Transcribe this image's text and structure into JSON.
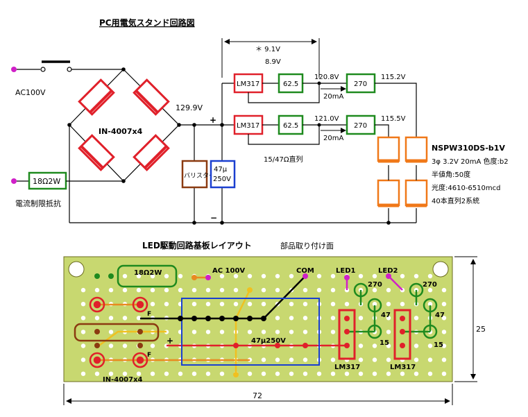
{
  "schematic": {
    "title": "PC用電気スタンド回路図",
    "ac_label": "AC100V",
    "limit_resistor_value": "18Ω2W",
    "limit_resistor_label": "電流制限抵抗",
    "bridge_label": "IN-4007x4",
    "rect_voltage": "129.9V",
    "plus_sign": "+",
    "minus_sign": "−",
    "varistor_label": "バリスター",
    "cap_value": "47μ",
    "cap_voltage": "250V",
    "note_star": "＊ 9.1V",
    "note_voltage2": "8.9V",
    "regulator_label": "LM317",
    "res_a": "62.5",
    "res_b": "270",
    "v_upper_mid": "120.8V",
    "v_upper_out": "115.2V",
    "v_lower_mid": "121.0V",
    "v_lower_out": "115.5V",
    "current_upper": "20mA",
    "current_lower": "20mA",
    "series_note": "15/47Ω直列",
    "led_model": "NSPW310DS-b1V",
    "led_spec": "3φ 3.2V 20mA 色度:b2",
    "led_angle": "半値角:50度",
    "led_luminous": "光度:4610-6510mcd",
    "led_config": "40本直列2系統"
  },
  "layout_board": {
    "title": "LED駆動回路基板レイアウト",
    "side_label": "部品取り付け面",
    "resistor_label": "18Ω2W",
    "ac_label": "AC 100V",
    "com_label": "COM",
    "led1_label": "LED1",
    "led2_label": "LED2",
    "r270_a": "270",
    "r270_b": "270",
    "r47_a": "47",
    "r47_b": "47",
    "r15_a": "15",
    "r15_b": "15",
    "cap_label": "47μ250V",
    "bridge_label": "IN-4007x4",
    "lm317_a": "LM317",
    "lm317_b": "LM317",
    "plus_sign": "+",
    "diode_mark": "F",
    "width_dim": "72",
    "height_dim": "25"
  },
  "colors": {
    "diode": "#e0202a",
    "resistor": "#1e8a1e",
    "regulator": "#e0202a",
    "varistor": "#8b3a10",
    "capacitor": "#1a3fd0",
    "led": "#f07818",
    "terminal": "#d020c8",
    "board": "#c8d870",
    "board_dark": "#6b6b20"
  }
}
